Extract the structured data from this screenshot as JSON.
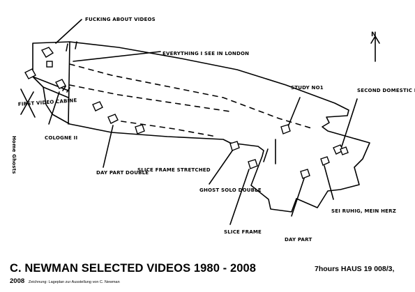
{
  "labels": {
    "fucking": "FUCKING ABOUT VIDEOS",
    "everything": "EVERYTHING I SEE IN LONDON",
    "north": "N",
    "first_video": "FIRST VIDEO CABINE",
    "home_ghosts": "Home Ghosts",
    "cologne": "COLOGNE II",
    "day_part_double": "DAY PART DOUBLE",
    "slice_frame_stretched": "SLICE FRAME STRETCHED",
    "ghost_solo_double": "GHOST SOLO DOUBLE",
    "slice_frame": "SLICE FRAME",
    "study": "STUDY NO1",
    "second_domestic": "SECOND DOMESTIC INSTALLATION",
    "sei_ruhig": "SEI RUHIG, MEIN HERZ",
    "day_part": "DAY PART"
  },
  "caption": {
    "title": "C. NEWMAN SELECTED VIDEOS 1980 - 2008",
    "subtitle": "7hours HAUS 19 008/3,",
    "year": "2008",
    "credit": "Zeichnung: Lageplan zur Ausstellung von C. Newman"
  }
}
